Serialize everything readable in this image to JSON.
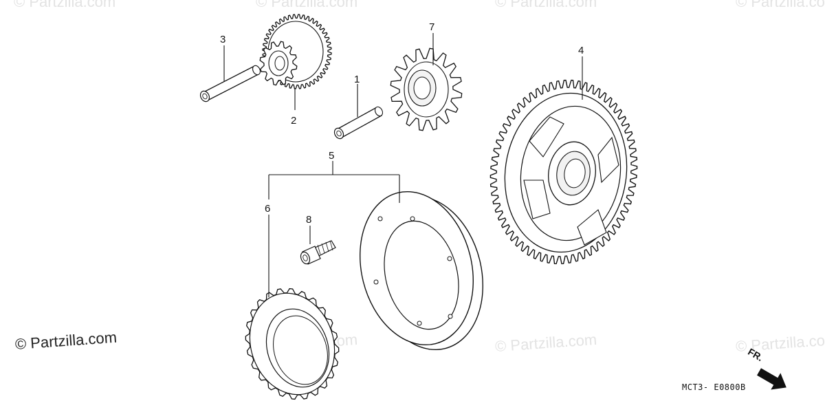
{
  "watermark": "© Partzilla.com",
  "copyright": "© Partzilla.com",
  "diagram_code": "MCT3- E0800B",
  "direction_label": "FR.",
  "callouts": {
    "c1": "1",
    "c2": "2",
    "c3": "3",
    "c4": "4",
    "c5": "5",
    "c6": "6",
    "c7": "7",
    "c8": "8"
  }
}
